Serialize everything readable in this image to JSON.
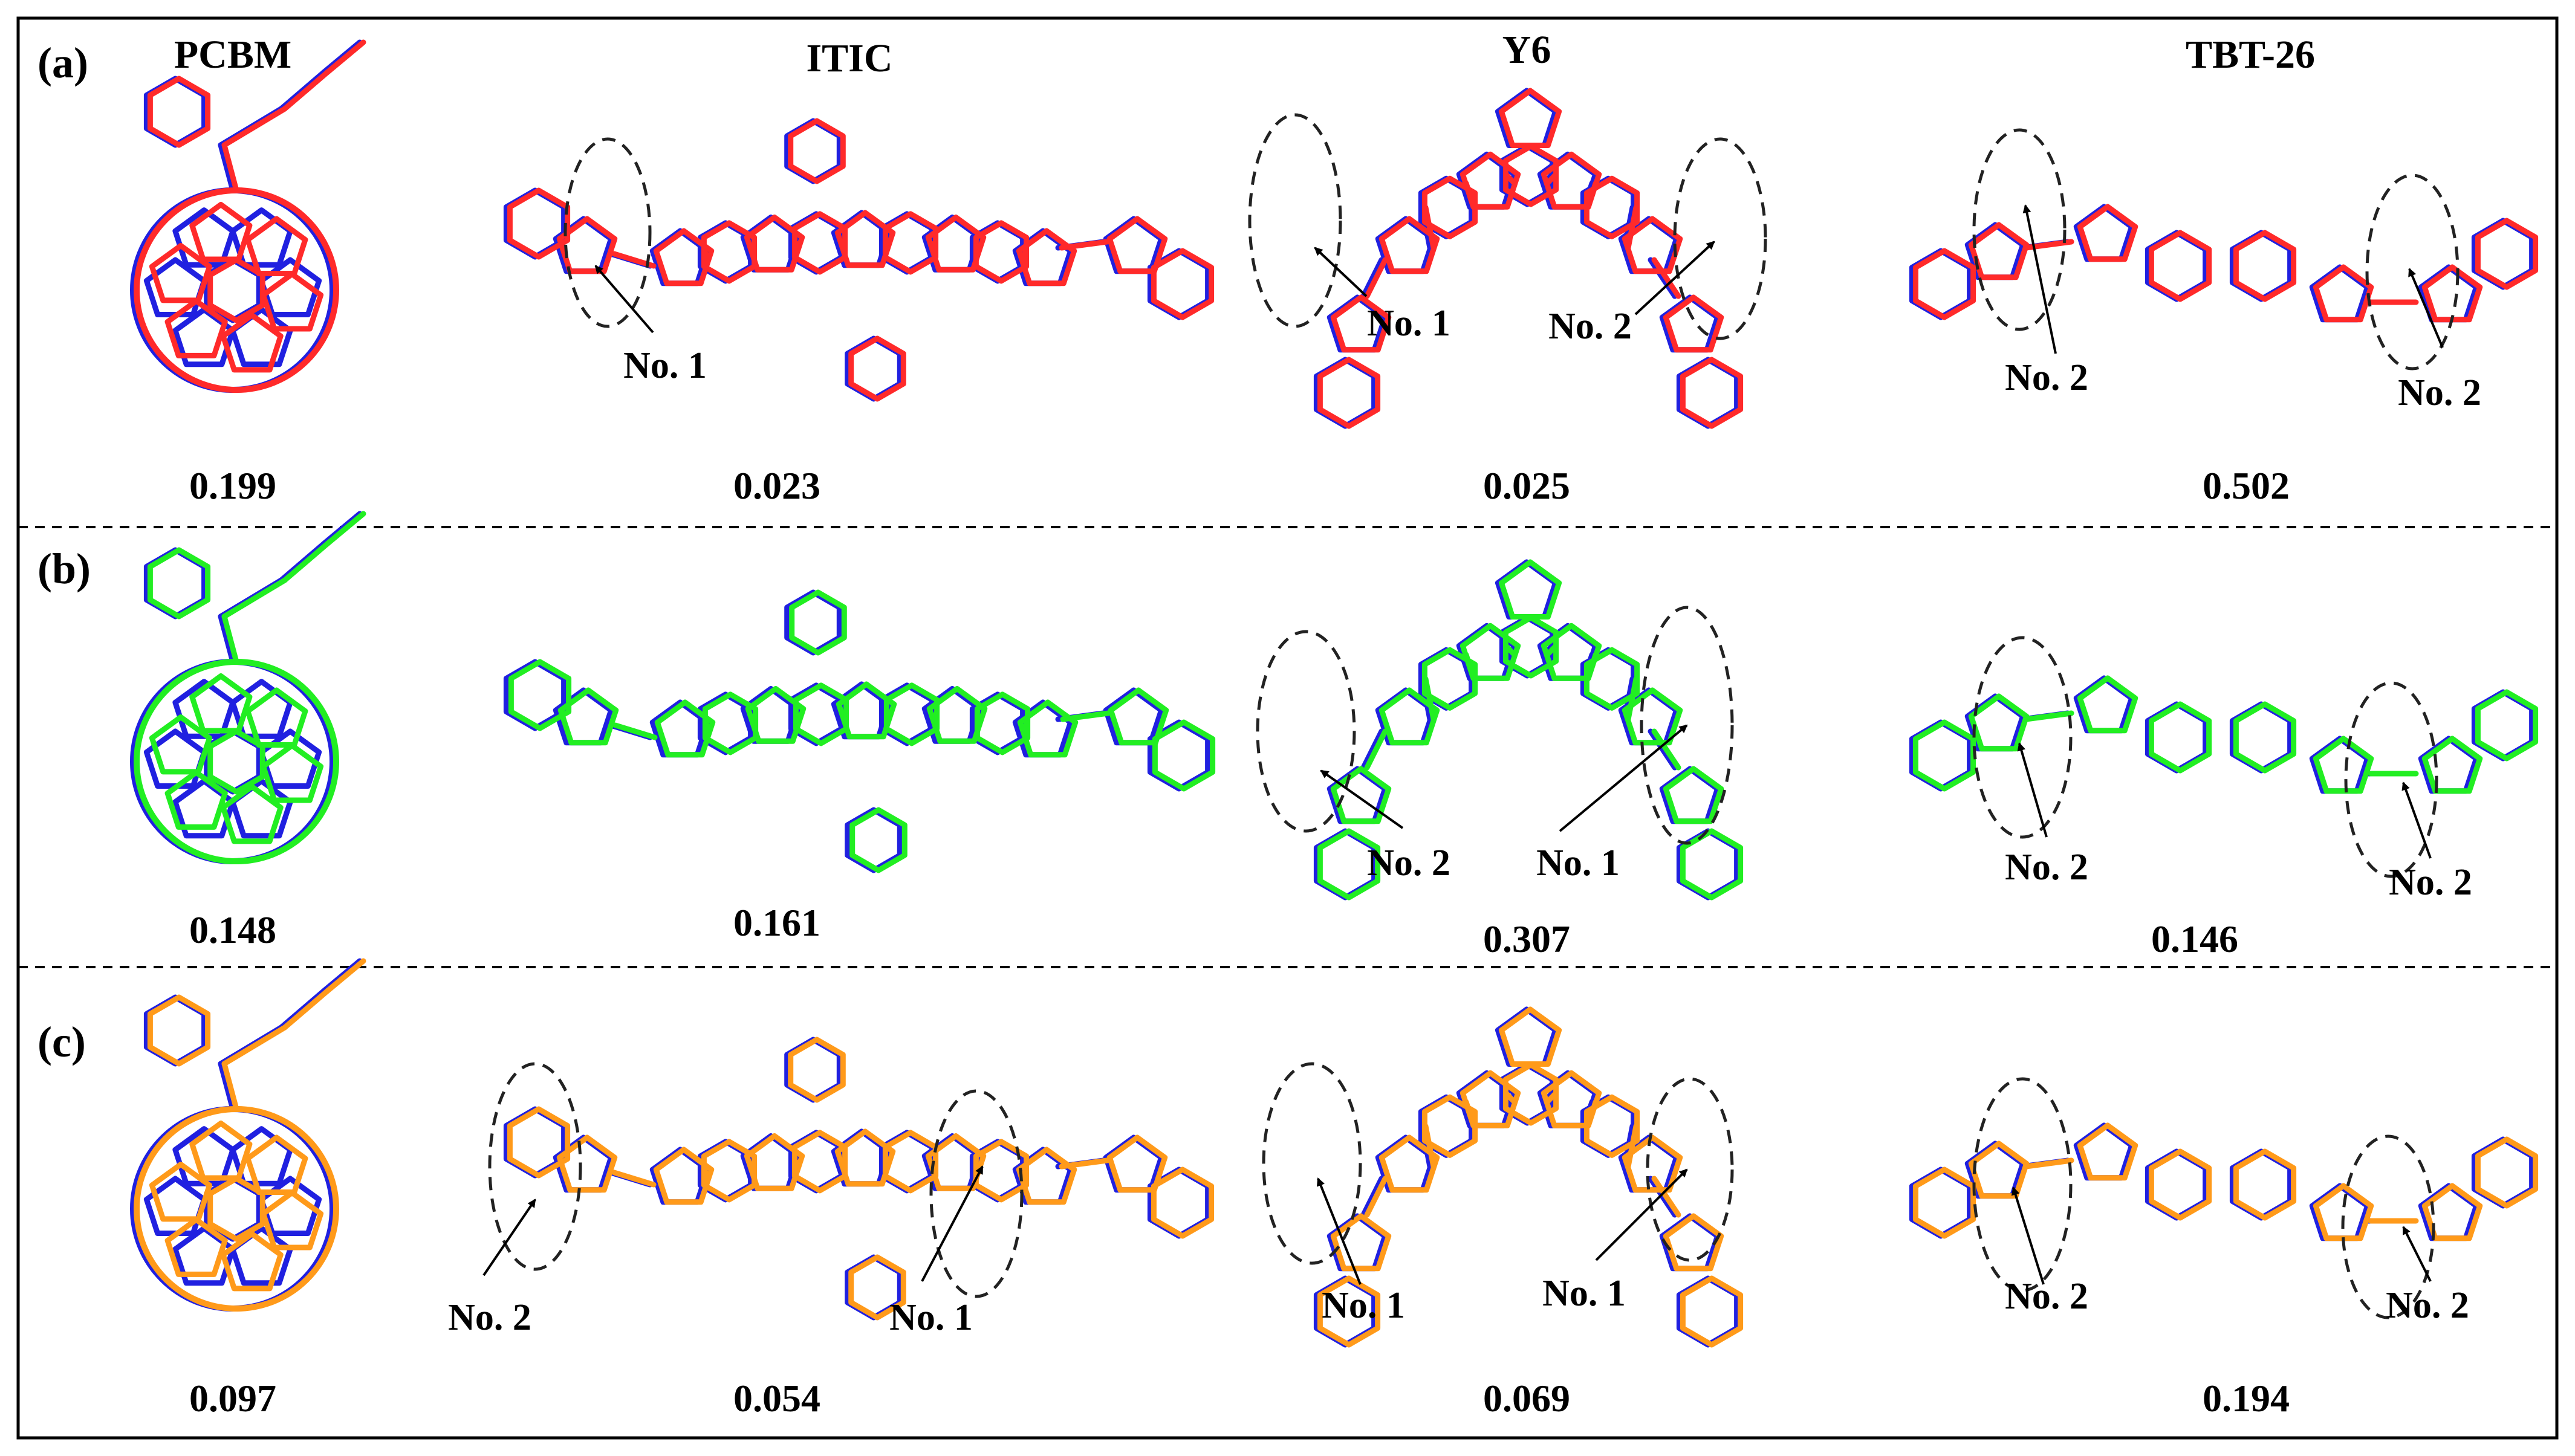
{
  "panel_labels": [
    "(a)",
    "(b)",
    "(c)"
  ],
  "headers": [
    "PCBM",
    "ITIC",
    "Y6",
    "TBT-26"
  ],
  "colors": {
    "reference": "#2020e0",
    "row_a": "#ff2a2a",
    "row_b": "#22ee22",
    "row_c": "#ff9a1a",
    "frame": "#000000"
  },
  "rows": [
    {
      "panel": "(a)",
      "values": [
        "0.199",
        "0.023",
        "0.025",
        "0.502"
      ],
      "annotations": [
        {
          "mol": "ITIC",
          "text": "No. 1"
        },
        {
          "mol": "Y6",
          "text": "No. 1"
        },
        {
          "mol": "Y6",
          "text": "No. 2"
        },
        {
          "mol": "TBT-26",
          "text": "No. 2"
        },
        {
          "mol": "TBT-26",
          "text": "No. 2"
        }
      ]
    },
    {
      "panel": "(b)",
      "values": [
        "0.148",
        "0.161",
        "0.307",
        "0.146"
      ],
      "annotations": [
        {
          "mol": "Y6",
          "text": "No. 2"
        },
        {
          "mol": "Y6",
          "text": "No. 1"
        },
        {
          "mol": "TBT-26",
          "text": "No. 2"
        },
        {
          "mol": "TBT-26",
          "text": "No. 2"
        }
      ]
    },
    {
      "panel": "(c)",
      "values": [
        "0.097",
        "0.054",
        "0.069",
        "0.194"
      ],
      "annotations": [
        {
          "mol": "ITIC",
          "text": "No. 2"
        },
        {
          "mol": "ITIC",
          "text": "No. 1"
        },
        {
          "mol": "Y6",
          "text": "No. 1"
        },
        {
          "mol": "Y6",
          "text": "No. 1"
        },
        {
          "mol": "TBT-26",
          "text": "No. 2"
        },
        {
          "mol": "TBT-26",
          "text": "No. 2"
        }
      ]
    }
  ]
}
